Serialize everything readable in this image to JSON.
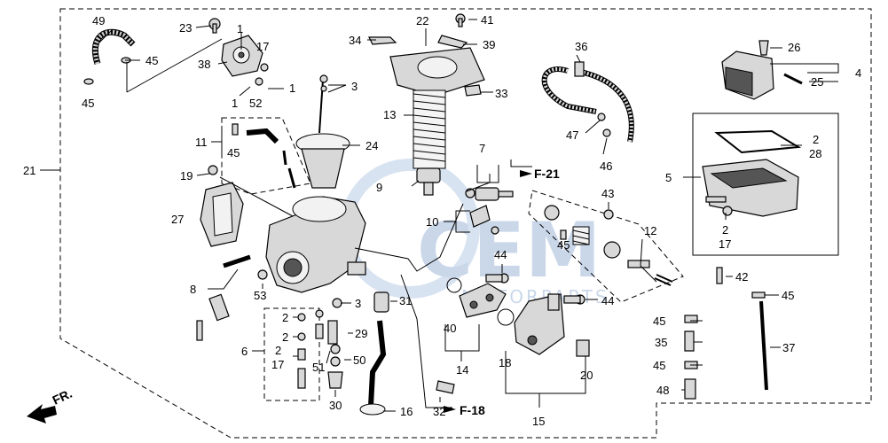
{
  "diagram": {
    "callouts": {
      "c49": "49",
      "c23": "23",
      "c45a": "45",
      "c45b": "45",
      "c38": "38",
      "c1a": "1",
      "c17a": "17",
      "c1b": "1",
      "c1c": "1",
      "c52": "52",
      "c22": "22",
      "c41": "41",
      "c34": "34",
      "c39": "39",
      "c3a": "3",
      "c33": "33",
      "c13": "13",
      "c24": "24",
      "c11": "11",
      "c45c": "45",
      "c36": "36",
      "c26": "26",
      "c4": "4",
      "c25": "25",
      "c47": "47",
      "c46": "46",
      "c2a": "2",
      "c28": "28",
      "c5": "5",
      "c2b": "2",
      "c17b": "17",
      "c21": "21",
      "c19": "19",
      "c7": "7",
      "c9": "9",
      "c27": "27",
      "c10": "10",
      "c43": "43",
      "c45d": "45",
      "c12": "12",
      "c8": "8",
      "c44a": "44",
      "c53": "53",
      "c3b": "3",
      "c31": "31",
      "c44b": "44",
      "c42": "42",
      "c45e": "45",
      "c2c": "2",
      "c2d": "2",
      "c29": "29",
      "c6": "6",
      "c2e": "2",
      "c17c": "17",
      "c51": "51",
      "c50": "50",
      "c40": "40",
      "c45f": "45",
      "c35": "35",
      "c37": "37",
      "c45g": "45",
      "c18": "18",
      "c14": "14",
      "c20": "20",
      "c30": "30",
      "c16": "16",
      "c32": "32",
      "c15": "15",
      "c48": "48"
    },
    "refs": {
      "f21": "F-21",
      "f18": "F-18",
      "fr": "FR."
    },
    "watermark": {
      "logo": "CEM",
      "tagline": "MOTORPARTS"
    }
  }
}
